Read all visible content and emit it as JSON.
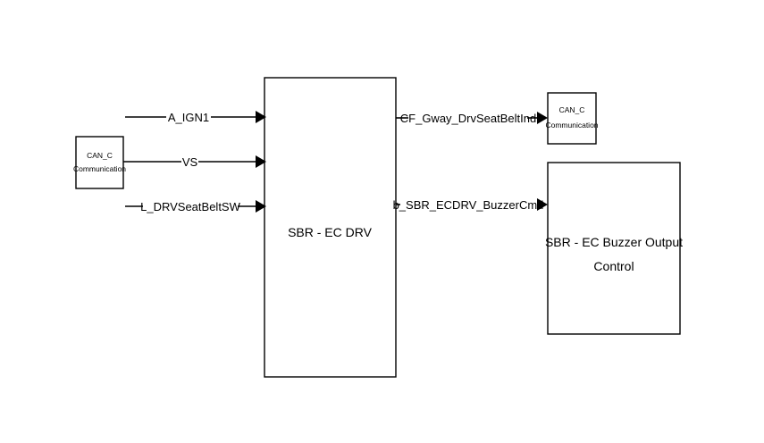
{
  "blocks": {
    "main": {
      "label": "SBR - EC DRV"
    },
    "can_left": {
      "line1": "CAN_C",
      "line2": "Communication"
    },
    "can_right": {
      "line1": "CAN_C",
      "line2": "Communication"
    },
    "buzzer": {
      "line1": "SBR - EC Buzzer Output",
      "line2": "Control"
    }
  },
  "signals": {
    "in1": "A_IGN1",
    "in2": "VS",
    "in3": "L_DRVSeatBeltSW",
    "out1": "CF_Gway_DrvSeatBeltInd",
    "out2": "b_SBR_ECDRV_BuzzerCmd"
  }
}
